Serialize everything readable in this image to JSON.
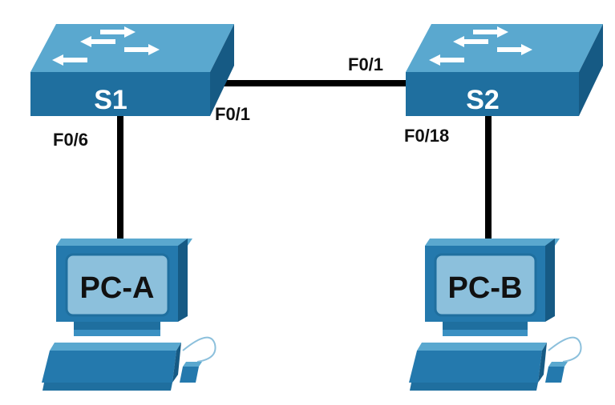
{
  "colors": {
    "switch_top": "#5aa8cf",
    "switch_front": "#1f6f9f",
    "switch_side": "#165a84",
    "pc_body": "#2479ad",
    "pc_screen": "#8cc0dc",
    "cable": "#000000"
  },
  "devices": {
    "s1": {
      "label": "S1",
      "icon": "switch-icon"
    },
    "s2": {
      "label": "S2",
      "icon": "switch-icon"
    },
    "pca": {
      "label": "PC-A",
      "icon": "pc-icon"
    },
    "pcb": {
      "label": "PC-B",
      "icon": "pc-icon"
    }
  },
  "ports": {
    "s1_f06": "F0/6",
    "s1_f01": "F0/1",
    "s2_f01": "F0/1",
    "s2_f018": "F0/18"
  }
}
